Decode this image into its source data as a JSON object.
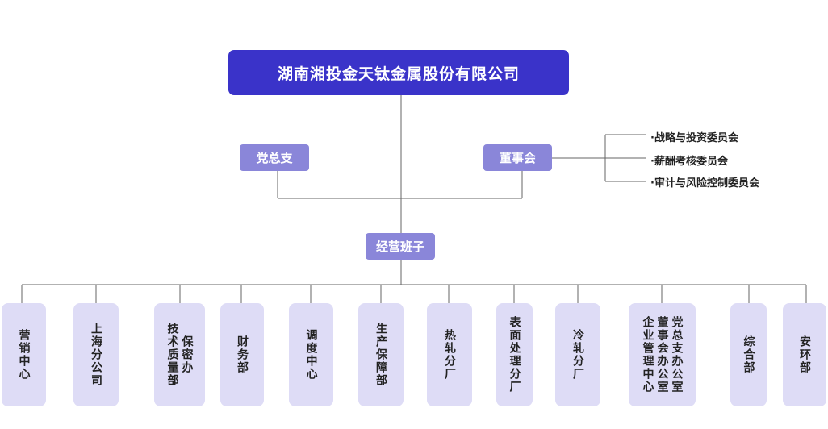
{
  "company": "湖南湘投金天钛金属股份有限公司",
  "party_branch": "党总支",
  "board": "董事会",
  "management": "经营班子",
  "committees": [
    "·战略与投资委员会",
    "·薪酬考核委员会",
    "·审计与风险控制委员会"
  ],
  "departments": [
    {
      "label": "营销中心",
      "columns": [
        "营销中心"
      ]
    },
    {
      "label": "上海分公司",
      "columns": [
        "上海分公司"
      ]
    },
    {
      "label": "保密办技术质量部",
      "columns": [
        "保密办",
        "技术质量部"
      ]
    },
    {
      "label": "财务部",
      "columns": [
        "财务部"
      ]
    },
    {
      "label": "调度中心",
      "columns": [
        "调度中心"
      ]
    },
    {
      "label": "生产保障部",
      "columns": [
        "生产保障部"
      ]
    },
    {
      "label": "热轧分厂",
      "columns": [
        "热轧分厂"
      ]
    },
    {
      "label": "表面处理分厂",
      "columns": [
        "表面处理分厂"
      ]
    },
    {
      "label": "冷轧分厂",
      "columns": [
        "冷轧分厂"
      ]
    },
    {
      "label": "党总支办公室董事会办公室企业管理中心",
      "columns": [
        "党总支办公室",
        "董事会办公室",
        "企业管理中心"
      ]
    },
    {
      "label": "综合部",
      "columns": [
        "综合部"
      ]
    },
    {
      "label": "安环部",
      "columns": [
        "安环部"
      ]
    }
  ]
}
